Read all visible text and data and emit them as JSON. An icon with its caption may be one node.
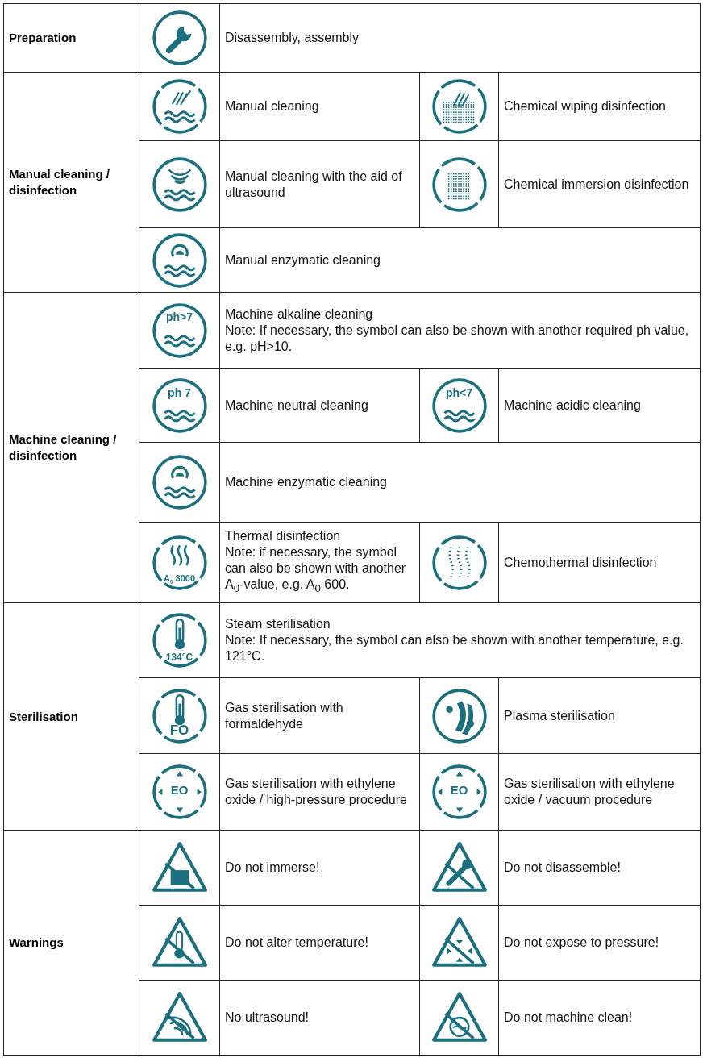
{
  "diagram": {
    "labels": [
      "Preparation",
      "Disassembly, assembly",
      "Manual cleaning / disinfection",
      "Manual cleaning",
      "Chemical wiping disinfection",
      "Manual cleaning with the aid of ultrasound",
      "Chemical immersion disinfection",
      "Manual enzymatic cleaning",
      "Machine cleaning / disinfection",
      "ph>7",
      "Machine alkaline cleaning",
      "Note: If necessary, the symbol can also be shown with another required ph value, e.g. pH>10.",
      "ph 7",
      "Machine neutral cleaning",
      "ph<7",
      "Machine acidic cleaning",
      "Machine enzymatic cleaning",
      "A$_{0}$ 3000",
      "Thermal disinfection",
      "Note: if necessary, the symbol can also be shown with another A$_{0}$-value, e.g. A$_{0}$ 600.",
      "Chemothermal disinfection",
      "Sterilisation",
      "134°C",
      "Steam sterilisation",
      "Note: If necessary, the symbol can also be shown with another temperature, e.g. 121°C.",
      "FO",
      "Gas sterilisation with formaldehyde",
      "Plasma sterilisation",
      "EO",
      "Gas sterilisation with ethylene oxide / high-pressure procedure",
      "EO",
      "Gas sterilisation with ethylene oxide / vacuum procedure",
      "Warnings",
      "Do not immerse!",
      "Do not disassemble!",
      "Do not alter temperature!",
      "Do not expose to pressure!",
      "No ultrasound!",
      "Do not machine clean!"
    ]
  }
}
